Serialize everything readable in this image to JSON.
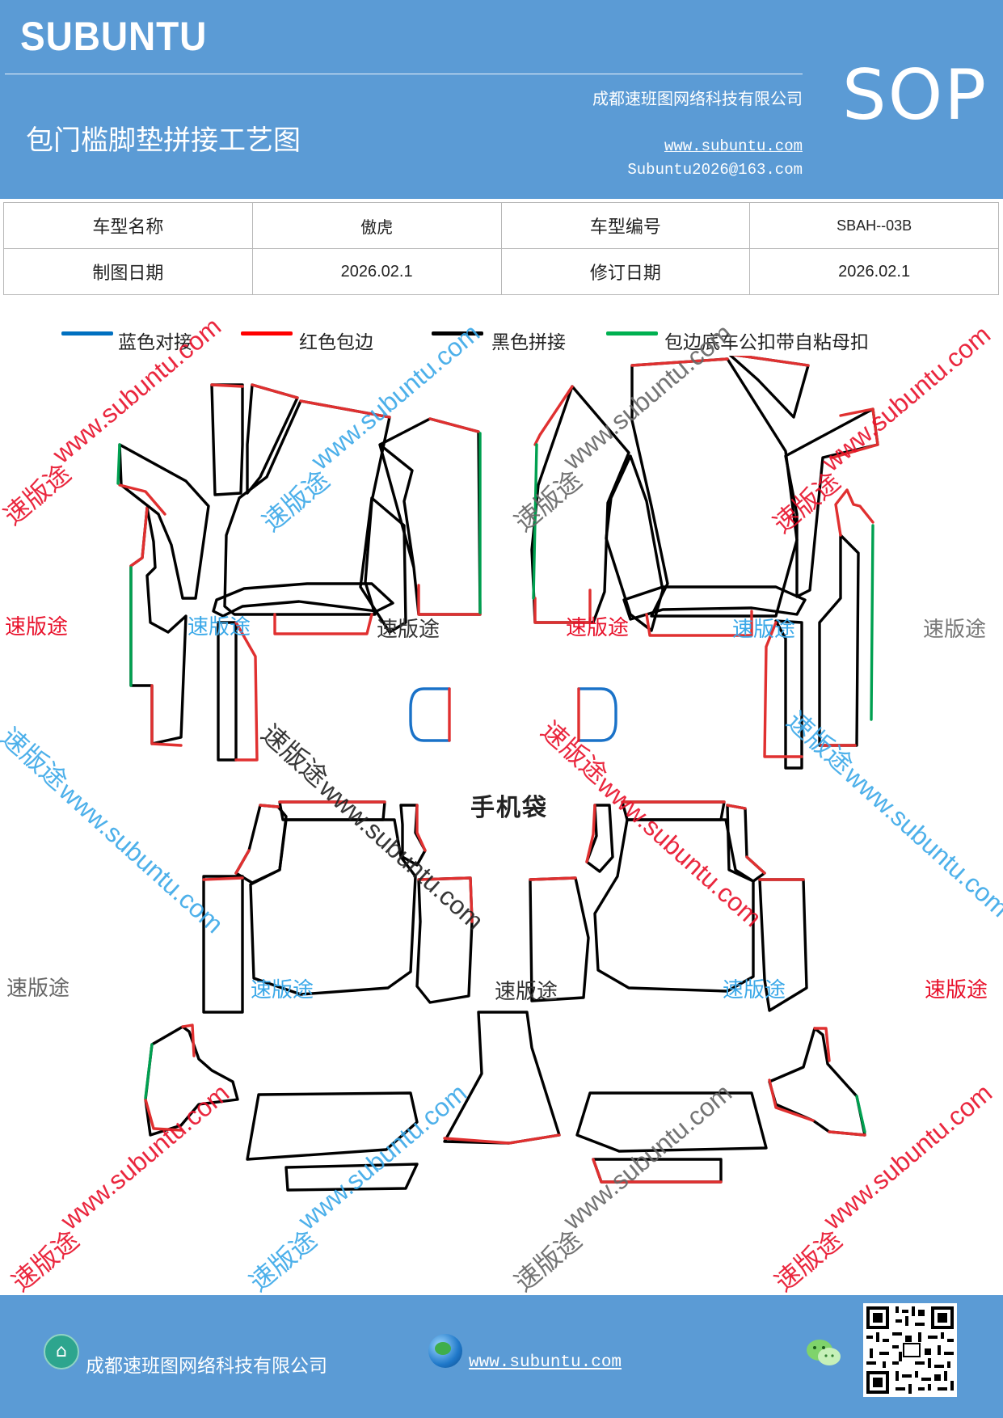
{
  "header": {
    "brand": "SUBUNTU",
    "company": "成都速班图网络科技有限公司",
    "title": "包门槛脚垫拼接工艺图",
    "website": "www.subuntu.com",
    "email": "Subuntu2026@163.com",
    "sop": "SOP"
  },
  "info_table": {
    "model_name_label": "车型名称",
    "model_name": "傲虎",
    "model_code_label": "车型编号",
    "model_code": "SBAH--03B",
    "draw_date_label": "制图日期",
    "draw_date": "2026.02.1",
    "revise_date_label": "修订日期",
    "revise_date": "2026.02.1"
  },
  "legend": [
    {
      "label": "蓝色对接",
      "color": "#0070c0"
    },
    {
      "label": "红色包边",
      "color": "#ff0000"
    },
    {
      "label": "黑色拼接",
      "color": "#000000"
    },
    {
      "label": "包边底车公扣带自粘母扣",
      "color": "#00b050"
    }
  ],
  "diagram": {
    "phone_pocket_label": "手机袋"
  },
  "watermark": {
    "text": "速版途",
    "url": "www.subuntu.com"
  },
  "footer": {
    "company": "成都速班图网络科技有限公司",
    "website": "www.subuntu.com"
  },
  "colors": {
    "header_bg": "#5b9bd5",
    "blue": "#0070c0",
    "red": "#ff0000",
    "black": "#000000",
    "green": "#00b050"
  }
}
